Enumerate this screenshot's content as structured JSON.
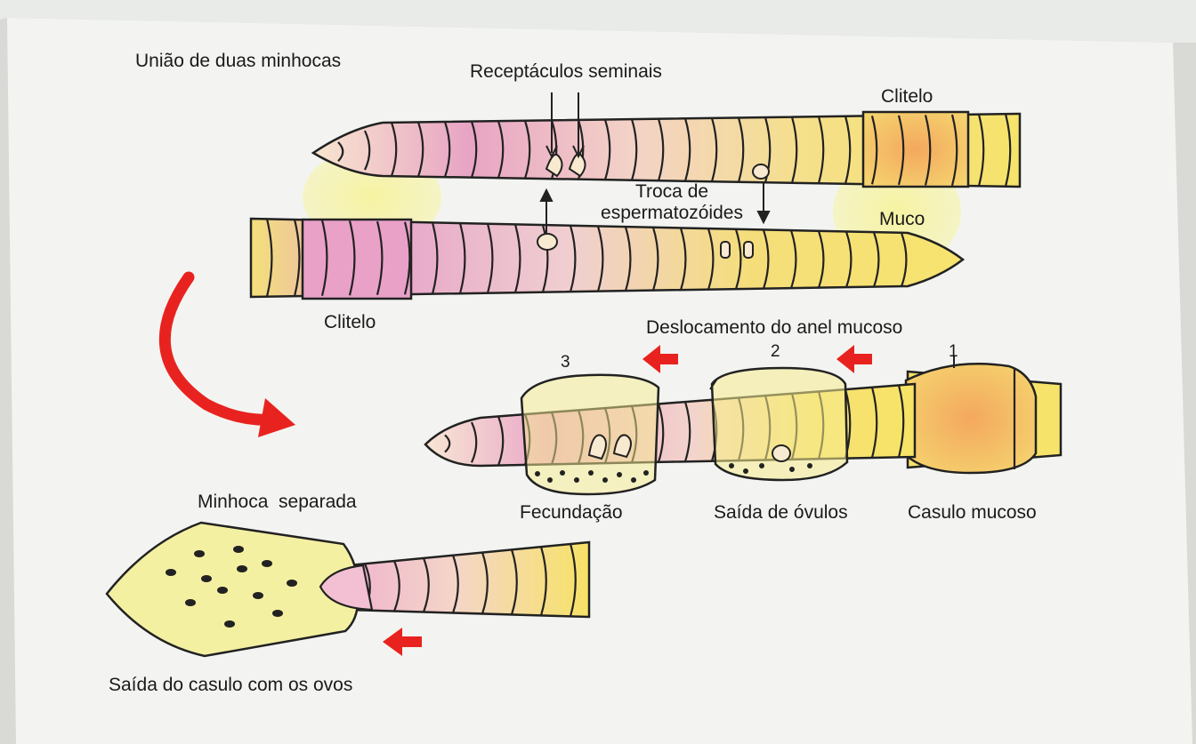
{
  "labels": {
    "uniao": "União de duas minhocas",
    "receptaculos": "Receptáculos seminais",
    "clitelo_top": "Clitelo",
    "troca": "Troca de espermatozóides",
    "muco": "Muco",
    "clitelo_bottom": "Clitelo",
    "deslocamento": "Deslocamento do anel mucoso",
    "fecundacao": "Fecundação",
    "saida_ovulos": "Saída de óvulos",
    "casulo_mucoso": "Casulo mucoso",
    "minhoca_separada": "Minhoca  separada",
    "saida_casulo": "Saída do casulo com os ovos"
  },
  "steps": [
    "1",
    "2",
    "3"
  ],
  "colors": {
    "pink": "#e9a6c6",
    "yellow": "#f6e36a",
    "mucus": "#f4f1a0",
    "clitellum": "#f2b25a",
    "arrow": "#e8231f",
    "outline": "#222222"
  }
}
